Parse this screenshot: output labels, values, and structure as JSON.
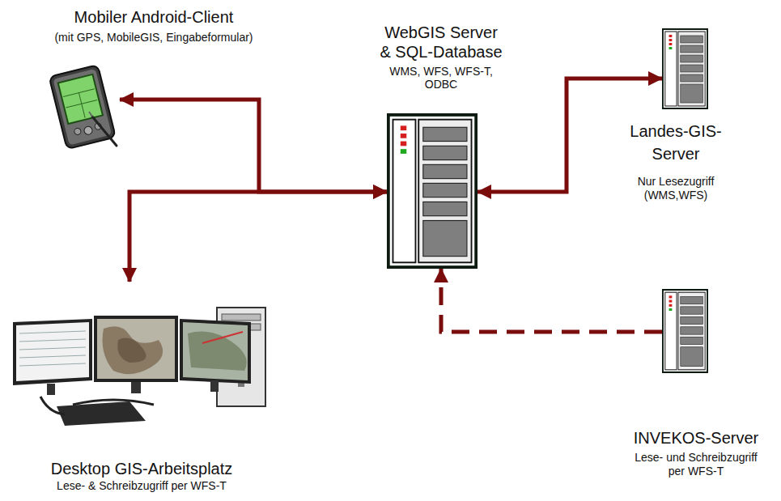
{
  "diagram": {
    "nodes": [
      {
        "text": [
          "Mobiler Android-Client",
          "(mit GPS, MobileGIS, Eingabeformular)"
        ]
      },
      {
        "text": [
          "WebGIS Server & SQL-Database",
          "WMS, WFS, WFS-T, ODBC"
        ]
      },
      {
        "text": [
          "Landes-GIS-Server",
          "Nur Lesezugriff (WMS,WFS)"
        ]
      },
      {
        "text": [
          "INVEKOS-Server",
          "Lese- und Schreibzugriff per WFS-T"
        ]
      },
      {
        "text": [
          "Desktop GIS-Arbeitsplatz",
          "Lese- & Schreibzugriff per WFS-T"
        ]
      }
    ],
    "edges": [
      {
        "from": 0,
        "to": 1,
        "arrow": "both"
      },
      {
        "from": 4,
        "to": 1,
        "arrow": "both"
      },
      {
        "from": 2,
        "to": 1,
        "arrow": "both"
      },
      {
        "from": 3,
        "to": 1,
        "arrow": "to"
      }
    ]
  }
}
